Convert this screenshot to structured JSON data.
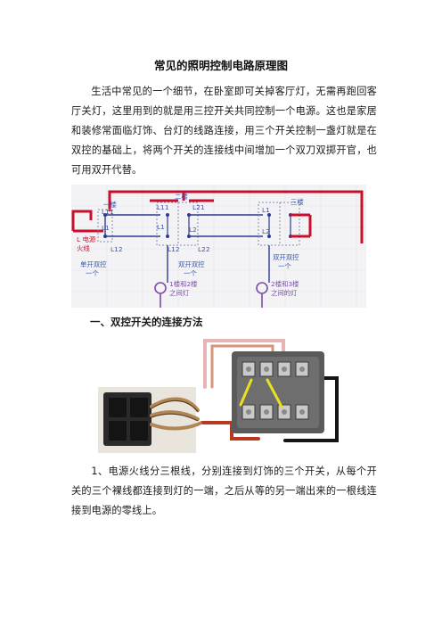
{
  "document": {
    "title": "常见的照明控制电路原理图",
    "intro": "生活中常见的一个细节，在卧室即可关掉客厅灯，无需再跑回客厅关灯，这里用到的就是用三控开关共同控制一个电源。这也是家居和装修常面临灯饰、台灯的线路连接，用三个开关控制一盏灯就是在双控的基础上，将两个开关的连接线中间增加一个双刀双掷开官，也可用双开代替。",
    "section_heading": "一、双控开关的连接方法",
    "step1": "1、电源火线分三根线，分别连接到灯饰的三个开关，从每个开关的三个裸线都连接到灯的一端，之后从等的另一端出来的一根线连接到电源的零线上。"
  },
  "diagram": {
    "labels": {
      "floor1": "一楼",
      "floor2": "二楼",
      "floor3": "三楼",
      "l11_left": "L11",
      "l1_left": "L1",
      "l12_left": "L12",
      "l11_mid": "L11",
      "l21": "L21",
      "l1_mid": "L1",
      "l2_mid": "L2",
      "l12_mid": "L12",
      "l22": "L22",
      "l1_right": "L1",
      "l2_right": "L2",
      "power_line1": "L 电源",
      "power_line2": "火线",
      "single_ctrl_1": "单开双控",
      "single_ctrl_2": "一个",
      "double_ctrl_a1": "双开双控",
      "double_ctrl_a2": "一个",
      "double_ctrl_b1": "双开双控",
      "double_ctrl_b2": "一个",
      "lamp1_line1": "1楼和2楼",
      "lamp1_line2": "之间灯",
      "lamp2_line1": "2楼和3楼",
      "lamp2_line2": "之间的灯"
    }
  },
  "colors": {
    "wire_red": "#c8102e",
    "wire_blue": "#2d3b8f",
    "label_blue": "#3a56b0",
    "lamp_purple": "#7a4ea8",
    "grid_bg": "#f3f3f6"
  }
}
